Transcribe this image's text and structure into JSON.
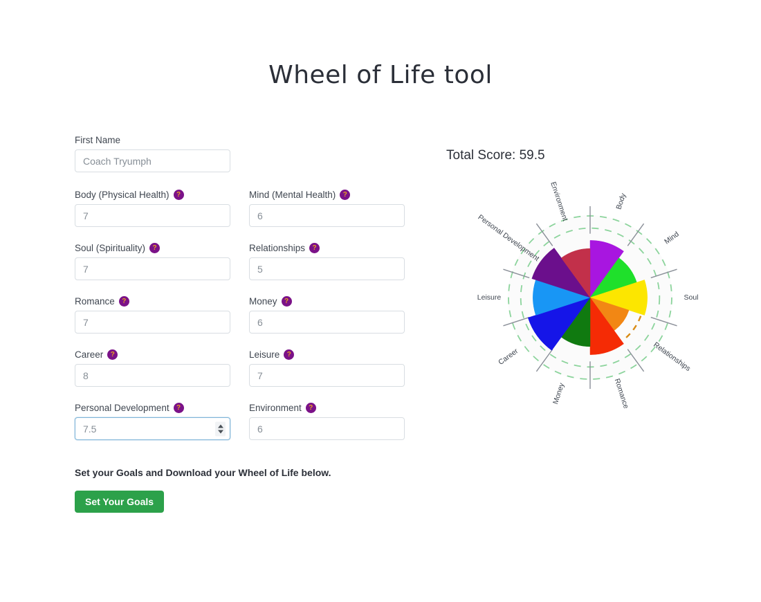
{
  "page": {
    "title": "Wheel of Life tool"
  },
  "form": {
    "first_name": {
      "label": "First Name",
      "value": "Coach Tryumph",
      "placeholder": "Coach Tryumph"
    },
    "help_glyph": "?",
    "fields": [
      {
        "label": "Body (Physical Health)",
        "value": "7",
        "name": "body",
        "focused": false
      },
      {
        "label": "Mind (Mental Health)",
        "value": "6",
        "name": "mind",
        "focused": false
      },
      {
        "label": "Soul (Spirituality)",
        "value": "7",
        "name": "soul",
        "focused": false
      },
      {
        "label": "Relationships",
        "value": "5",
        "name": "relationships",
        "focused": false
      },
      {
        "label": "Romance",
        "value": "7",
        "name": "romance",
        "focused": false
      },
      {
        "label": "Money",
        "value": "6",
        "name": "money",
        "focused": false
      },
      {
        "label": "Career",
        "value": "8",
        "name": "career",
        "focused": false
      },
      {
        "label": "Leisure",
        "value": "7",
        "name": "leisure",
        "focused": false
      },
      {
        "label": "Personal Development",
        "value": "7.5",
        "name": "personal-development",
        "focused": true
      },
      {
        "label": "Environment",
        "value": "6",
        "name": "environment",
        "focused": false
      }
    ],
    "goal_note": "Set your Goals and Download your Wheel of Life below.",
    "goals_button": "Set Your Goals"
  },
  "chart": {
    "total_score_text": "Total Score: 59.5"
  },
  "chart_data": {
    "type": "pie",
    "title": "Wheel of Life",
    "subtitle": "Total Score: 59.5",
    "total_score": 59.5,
    "scale_max": 10,
    "sector_count": 10,
    "start_angle_deg": -90,
    "direction": "clockwise",
    "grid": true,
    "grid_rings": [
      8.5,
      10
    ],
    "grid_ring_color": "#8CD49C",
    "grid_ring_style": "dashed",
    "spoke_color": "#8a8f98",
    "goal_marker": {
      "category": "Relationships",
      "value": 6.6,
      "color": "#D98B14",
      "style": "dashed"
    },
    "categories": [
      "Body",
      "Mind",
      "Soul",
      "Relationships",
      "Romance",
      "Money",
      "Career",
      "Leisure",
      "Personal Development",
      "Environment"
    ],
    "values": [
      7,
      6,
      7,
      5,
      7,
      6,
      8,
      7,
      7.5,
      6
    ],
    "colors": [
      "#A816E0",
      "#1FE02B",
      "#FCE600",
      "#F28714",
      "#F52B05",
      "#107A10",
      "#1515E8",
      "#1896F5",
      "#6B0F8C",
      "#C2304A"
    ],
    "label_color": "#3f4650",
    "xlabel": "",
    "ylabel": "",
    "legend": "none"
  }
}
